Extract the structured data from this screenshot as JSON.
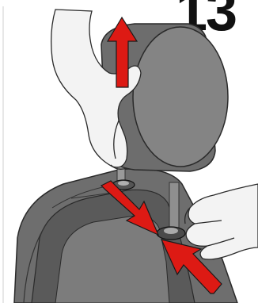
{
  "step": {
    "number": "13"
  },
  "colors": {
    "arrow": "#dd1a14",
    "arrow_outline": "#1a1a1a",
    "seat_light": "#767676",
    "seat_dark": "#555555",
    "headrest_side": "#6c6c6c",
    "headrest_front": "#838383",
    "hand": "#f2f2f2"
  },
  "illustration": {
    "content": "headrest-removal-instruction",
    "arrows": [
      "arrow-up",
      "arrow-down-right",
      "arrow-up-left"
    ]
  }
}
